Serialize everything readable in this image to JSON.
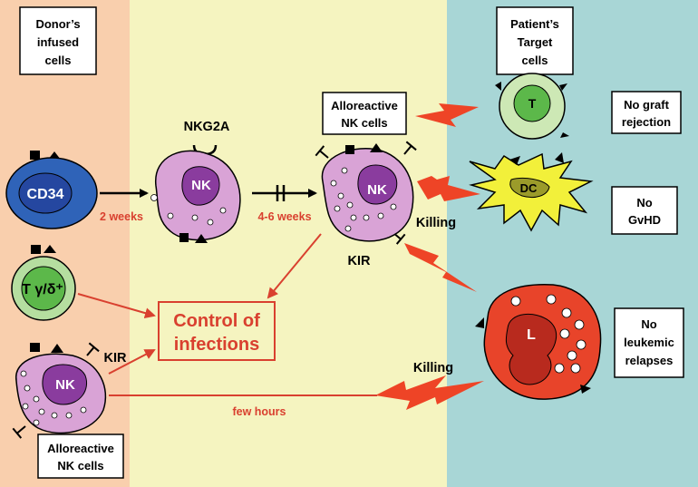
{
  "panels": {
    "donor_color": "#f9cfad",
    "middle_color": "#f5f4c0",
    "patient_color": "#a8d6d6"
  },
  "boxes": {
    "donor_line1": "Donor’s",
    "donor_line2": "infused",
    "donor_line3": "cells",
    "patient_line1": "Patient’s",
    "patient_line2": "Target",
    "patient_line3": "cells",
    "allo_top_line1": "Alloreactive",
    "allo_top_line2": "NK cells",
    "allo_bottom_line1": "Alloreactive",
    "allo_bottom_line2": "NK cells",
    "no_graft_line1": "No graft",
    "no_graft_line2": "rejection",
    "no_gvhd_line1": "No",
    "no_gvhd_line2": "GvHD",
    "no_leuk_line1": "No",
    "no_leuk_line2": "leukemic",
    "no_leuk_line3": "relapses",
    "control_line1": "Control of",
    "control_line2": "infections"
  },
  "cells": {
    "cd34": "CD34",
    "t_gamma_delta": "T γ/δ⁺",
    "nk_mid": "NK",
    "nk_right": "NK",
    "nk_bottom": "NK",
    "t_target": "T",
    "dc": "DC",
    "leukemia": "L"
  },
  "labels": {
    "nkg2a": "NKG2A",
    "two_weeks": "2 weeks",
    "four_six_weeks": "4-6 weeks",
    "kir_right": "KIR",
    "kir_bottom": "KIR",
    "killing_upper": "Killing",
    "killing_lower": "Killing",
    "few_hours": "few hours"
  },
  "colors": {
    "cd34_fill": "#2f63b8",
    "cd34_nucleus": "#2547a0",
    "t_fill": "#b5dea0",
    "t_nucleus": "#5cb84a",
    "nk_fill": "#d9a3d6",
    "nk_nucleus": "#8a3c9e",
    "dc_fill": "#f2f03a",
    "dc_nucleus": "#9b9b2a",
    "leuk_fill": "#e8442a",
    "leuk_nucleus": "#b82a1e",
    "arrow_red": "#d9402f",
    "bolt": "#ee4426"
  }
}
